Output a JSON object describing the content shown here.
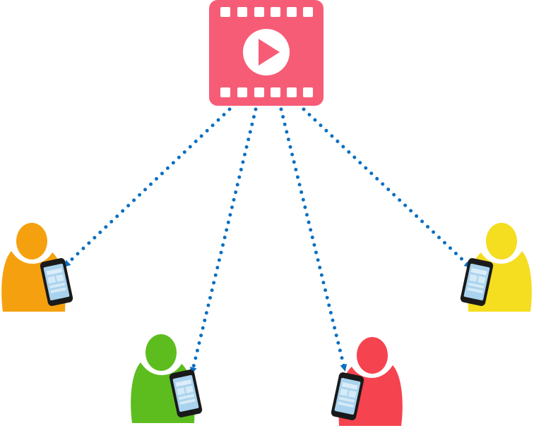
{
  "colors": {
    "video": "#f75c77",
    "video_hole": "#ffffff",
    "play": "#f75c77",
    "arrow": "#0a6fc2",
    "phone_body": "#1a1a1a",
    "phone_screen": "#a9d3ee",
    "phone_ui": "#e8f4fb",
    "user_orange": "#f5a10f",
    "user_green": "#5dbd1e",
    "user_red": "#f5434f",
    "user_yellow": "#f5dd1f"
  },
  "diagram": {
    "source": {
      "icon": "video-film-icon",
      "play_icon": "play-icon"
    },
    "receivers": [
      {
        "id": "orange",
        "icon": "user-with-phone-icon",
        "color_key": "user_orange",
        "facing": "right"
      },
      {
        "id": "green",
        "icon": "user-with-phone-icon",
        "color_key": "user_green",
        "facing": "right"
      },
      {
        "id": "red",
        "icon": "user-with-phone-icon",
        "color_key": "user_red",
        "facing": "left"
      },
      {
        "id": "yellow",
        "icon": "user-with-phone-icon",
        "color_key": "user_yellow",
        "facing": "left"
      }
    ],
    "edges": [
      {
        "from": "source",
        "to": "orange",
        "style": "dotted-arrow"
      },
      {
        "from": "source",
        "to": "green",
        "style": "dotted-arrow"
      },
      {
        "from": "source",
        "to": "red",
        "style": "dotted-arrow"
      },
      {
        "from": "source",
        "to": "yellow",
        "style": "dotted-arrow"
      }
    ]
  }
}
